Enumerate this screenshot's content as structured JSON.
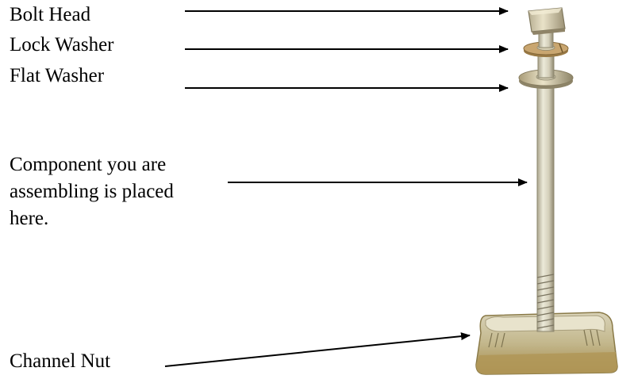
{
  "labels": {
    "bolt_head": "Bolt Head",
    "lock_washer": "Lock Washer",
    "flat_washer": "Flat Washer",
    "component_line1": "Component you are",
    "component_line2": "assembling is placed",
    "component_line3": "here.",
    "channel_nut": "Channel Nut"
  },
  "colors": {
    "background": "#ffffff",
    "text": "#000000",
    "arrow": "#000000",
    "metal_light": "#e6e4d8",
    "metal_mid": "#c9c4ae",
    "metal_dark": "#9a9378",
    "brass": "#b89a4e"
  }
}
